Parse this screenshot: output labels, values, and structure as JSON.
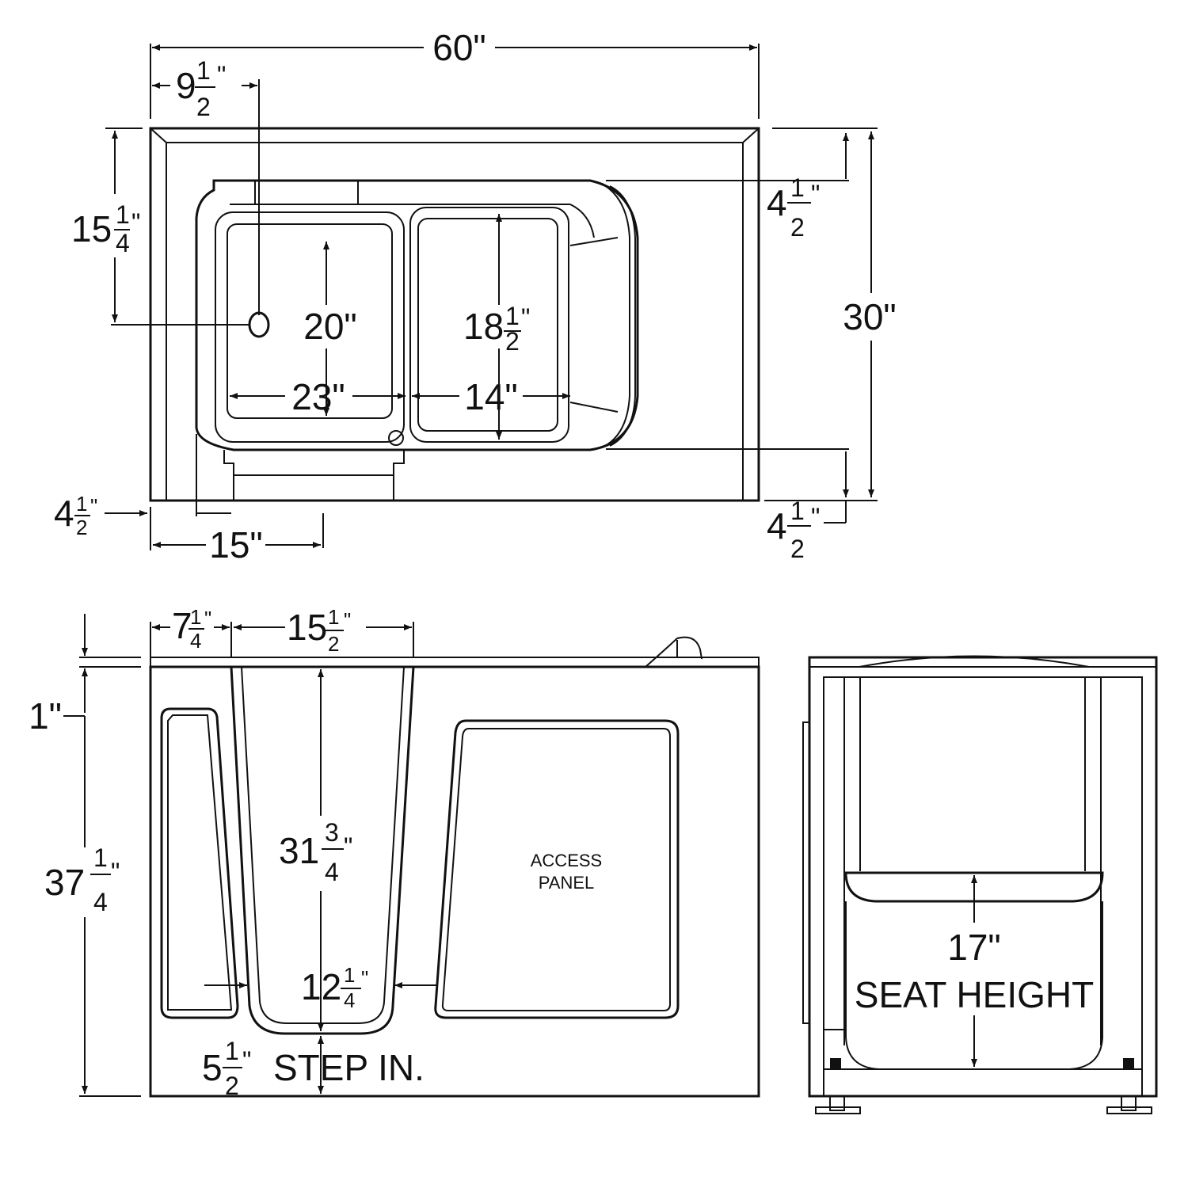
{
  "top_view": {
    "overall_length": "60\"",
    "drain_offset": {
      "whole": "9",
      "num": "1",
      "den": "2",
      "unit": "\""
    },
    "drain_from_back": {
      "whole": "15",
      "num": "1",
      "den": "4",
      "unit": " \""
    },
    "seat_depth": "20\"",
    "seat_width": "23\"",
    "foot_depth": {
      "whole": "18",
      "num": "1",
      "den": "2",
      "unit": "\""
    },
    "foot_width": "14\"",
    "back_margin": {
      "whole": "4",
      "num": "1",
      "den": "2",
      "unit": "\""
    },
    "front_margin": {
      "whole": "4",
      "num": "1",
      "den": "2",
      "unit": "\""
    },
    "overall_width": "30\"",
    "left_margin": {
      "whole": "4",
      "num": "1",
      "den": "2",
      "unit": "\""
    },
    "door_offset": "15\""
  },
  "front_view": {
    "rim_offset": {
      "whole": "7",
      "num": "1",
      "den": "4",
      "unit": "\""
    },
    "door_width_top": {
      "whole": "15",
      "num": "1",
      "den": "2",
      "unit": "\""
    },
    "rim_thickness": "1\"",
    "overall_height": {
      "whole": "37",
      "num": "1",
      "den": "4",
      "unit": "\""
    },
    "door_height": {
      "whole": "31",
      "num": "3",
      "den": "4",
      "unit": "\""
    },
    "door_width_bottom": {
      "whole": "12",
      "num": "1",
      "den": "4",
      "unit": "\""
    },
    "step_in": {
      "whole": "5",
      "num": "1",
      "den": "2",
      "unit": "\"",
      "label": "STEP IN."
    },
    "panel_label_line1": "ACCESS",
    "panel_label_line2": "PANEL"
  },
  "side_view": {
    "seat_height_value": "17\"",
    "seat_height_label": "SEAT HEIGHT"
  },
  "icons": [
    "drain-icon",
    "faucet-icon",
    "leveling-foot-icon"
  ]
}
